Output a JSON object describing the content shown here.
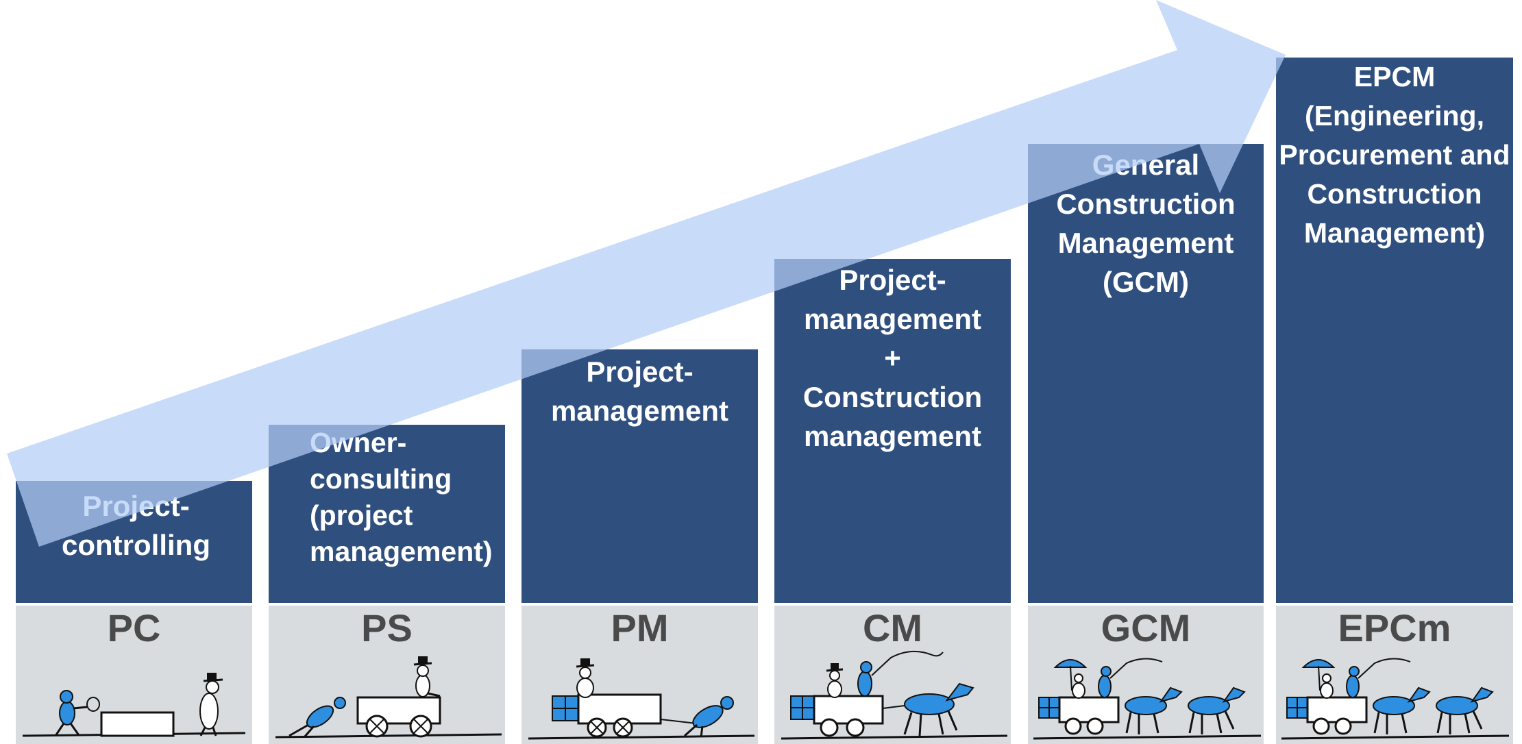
{
  "colors": {
    "box": "#2f4f7f",
    "panel": "#d9dcde",
    "arrow": "#b3cdf5",
    "abbr_text": "#4a4a4a",
    "figure_blue": "#2e8fe0"
  },
  "steps": [
    {
      "label": "Project-\ncontrolling",
      "abbr": "PC",
      "icon": "tennis-net-figures-icon"
    },
    {
      "label": "Owner-\nconsulting\n(project\nmanagement)",
      "abbr": "PS",
      "icon": "pushing-cart-icon"
    },
    {
      "label": "Project-\nmanagement",
      "abbr": "PM",
      "icon": "pulling-cart-icon"
    },
    {
      "label": "Project-\nmanagement\n+\nConstruction\nmanagement",
      "abbr": "CM",
      "icon": "horse-cart-icon"
    },
    {
      "label": "General\nConstruction\nManagement\n(GCM)",
      "abbr": "GCM",
      "icon": "two-horse-cart-icon"
    },
    {
      "label": "EPCM\n(Engineering,\nProcurement and\nConstruction\nManagement)",
      "abbr": "EPCm",
      "icon": "two-horse-cart-umbrella-icon"
    }
  ]
}
